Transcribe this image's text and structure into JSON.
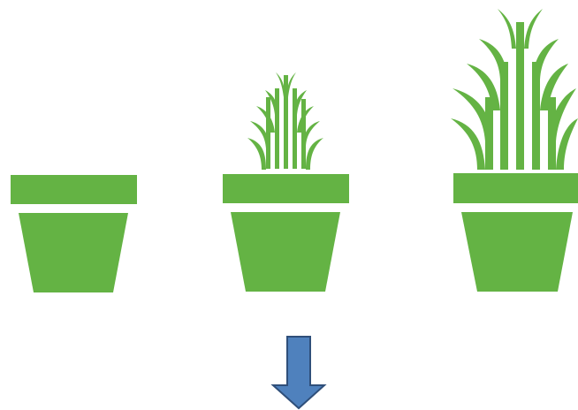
{
  "colors": {
    "plant_green": "#64B344",
    "arrow_fill": "#4F81BD",
    "arrow_stroke": "#2F4F7A",
    "background": "#FFFFFF"
  },
  "stages": [
    {
      "pot": "flower-pot",
      "plant": "none"
    },
    {
      "pot": "flower-pot",
      "plant": "small-sprout"
    },
    {
      "pot": "flower-pot",
      "plant": "tall-grass-plant"
    }
  ],
  "arrow": {
    "icon": "down-arrow-icon",
    "direction": "down"
  }
}
